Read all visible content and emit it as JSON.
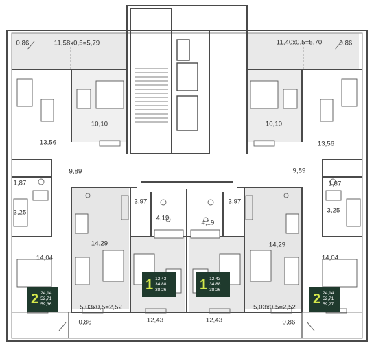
{
  "apartments": [
    {
      "rooms": "2",
      "values": [
        "24,14",
        "52,71",
        "59,36"
      ]
    },
    {
      "rooms": "1",
      "values": [
        "12,43",
        "34,88",
        "38,26"
      ]
    },
    {
      "rooms": "1",
      "values": [
        "12,43",
        "34,88",
        "38,26"
      ]
    },
    {
      "rooms": "2",
      "values": [
        "24,14",
        "52,71",
        "59,27"
      ]
    }
  ],
  "labels": {
    "balcony_tl": "0,86",
    "balcony_calc_left": "11,58x0,5=5,79",
    "balcony_calc_right": "11,40x0,5=5,70",
    "balcony_tr": "0,86",
    "bedroom_left": "10,10",
    "bedroom_right": "10,10",
    "kitchen_left": "13,56",
    "kitchen_right": "13,56",
    "hall_left": "9,89",
    "hall_right": "9,89",
    "wc_left": "1,87",
    "wc_right": "1,87",
    "bath_left": "3,25",
    "bath_right": "3,25",
    "hall_c1": "3,97",
    "hall_c2": "3,97",
    "bath_c1": "4,19",
    "bath_c2": "4,19",
    "kitchen_c1": "14,29",
    "kitchen_c2": "14,29",
    "living_left": "14,04",
    "living_right": "14,04",
    "balcony_calc_bl": "5,03x0,5=2,52",
    "balcony_calc_br": "5,03x0,5=2,52",
    "room_c1": "12,43",
    "room_c2": "12,43",
    "balcony_bl": "0,86",
    "balcony_br": "0,86"
  }
}
